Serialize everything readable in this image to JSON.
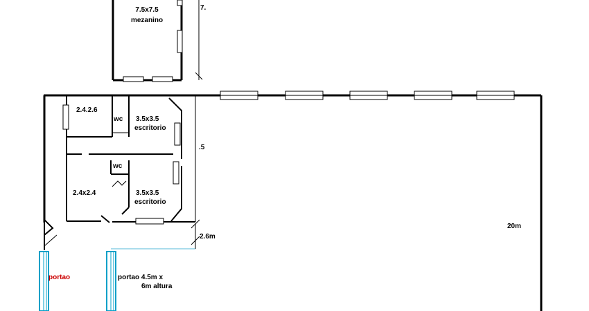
{
  "plan": {
    "mezzanine": {
      "size": "7.5x7.5",
      "name": "mezanino",
      "dimension": "7."
    },
    "rooms": {
      "small_room_top": "2.4.2.6",
      "wc_top": "wc",
      "office_top_size": "3.5x3.5",
      "office_top_name": "escritorio",
      "wc_bottom": "wc",
      "small_room_bottom": "2.4x2.4",
      "office_bottom_size": "3.5x3.5",
      "office_bottom_name": "escritorio"
    },
    "dimensions": {
      "side": ".5",
      "right_span": "20m",
      "gap": "2.6m"
    },
    "gates": {
      "left": "portao",
      "main_line1": "portao 4.5m x",
      "main_line2": "6m altura"
    },
    "colors": {
      "wall": "#000000",
      "gate": "#00a0c8",
      "dimension_line": "#55b8d8",
      "accent_text": "#cc0000"
    }
  }
}
